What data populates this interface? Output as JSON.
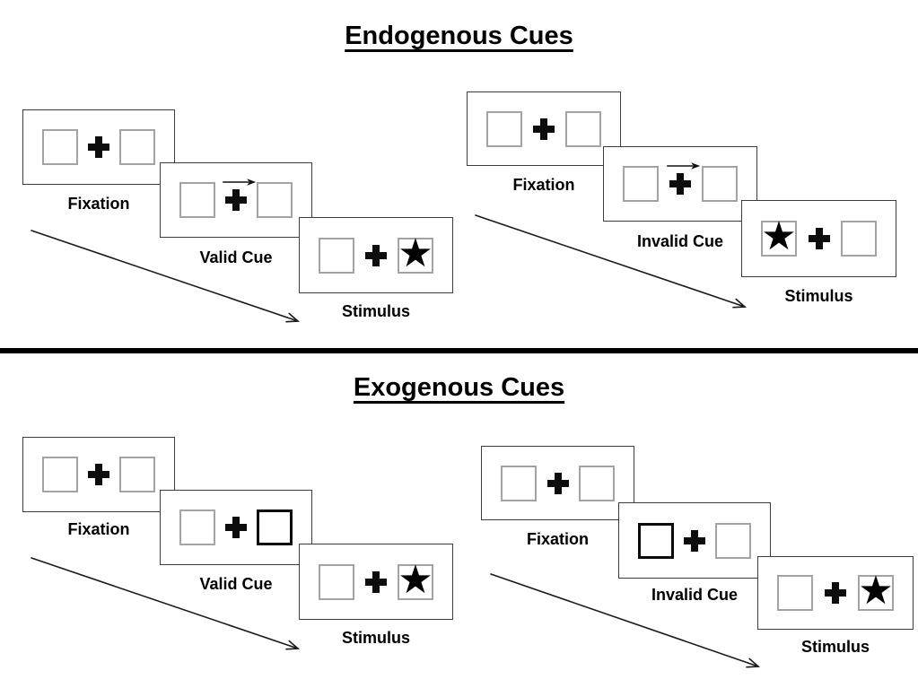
{
  "colors": {
    "ink": "#000000",
    "panel_border": "#3c3c3c",
    "placeholder_box_border": "#a3a3a3",
    "cue_box_border": "#0a0a0a"
  },
  "glyphs": {
    "star": "★"
  },
  "sections": [
    {
      "title": "Endogenous Cues",
      "cue_style": "central arrow above fixation cross",
      "groups": [
        {
          "type": "valid",
          "panels": [
            {
              "label": "Fixation",
              "left_box": "empty",
              "center": "fixation-cross",
              "right_box": "empty"
            },
            {
              "label": "Valid Cue",
              "left_box": "empty",
              "center": "fixation-cross with right-arrow above",
              "right_box": "empty"
            },
            {
              "label": "Stimulus",
              "left_box": "empty",
              "center": "fixation-cross",
              "right_box": "star"
            }
          ]
        },
        {
          "type": "invalid",
          "panels": [
            {
              "label": "Fixation",
              "left_box": "empty",
              "center": "fixation-cross",
              "right_box": "empty"
            },
            {
              "label": "Invalid Cue",
              "left_box": "empty",
              "center": "fixation-cross with right-arrow above",
              "right_box": "empty"
            },
            {
              "label": "Stimulus",
              "left_box": "star",
              "center": "fixation-cross",
              "right_box": "empty"
            }
          ]
        }
      ]
    },
    {
      "title": "Exogenous Cues",
      "cue_style": "thick highlighted peripheral box",
      "groups": [
        {
          "type": "valid",
          "panels": [
            {
              "label": "Fixation",
              "left_box": "empty",
              "center": "fixation-cross",
              "right_box": "empty"
            },
            {
              "label": "Valid Cue",
              "left_box": "empty",
              "center": "fixation-cross",
              "right_box": "thick-outline"
            },
            {
              "label": "Stimulus",
              "left_box": "empty",
              "center": "fixation-cross",
              "right_box": "star"
            }
          ]
        },
        {
          "type": "invalid",
          "panels": [
            {
              "label": "Fixation",
              "left_box": "empty",
              "center": "fixation-cross",
              "right_box": "empty"
            },
            {
              "label": "Invalid Cue",
              "left_box": "thick-outline",
              "center": "fixation-cross",
              "right_box": "empty"
            },
            {
              "label": "Stimulus",
              "left_box": "empty",
              "center": "fixation-cross",
              "right_box": "star"
            }
          ]
        }
      ]
    }
  ]
}
